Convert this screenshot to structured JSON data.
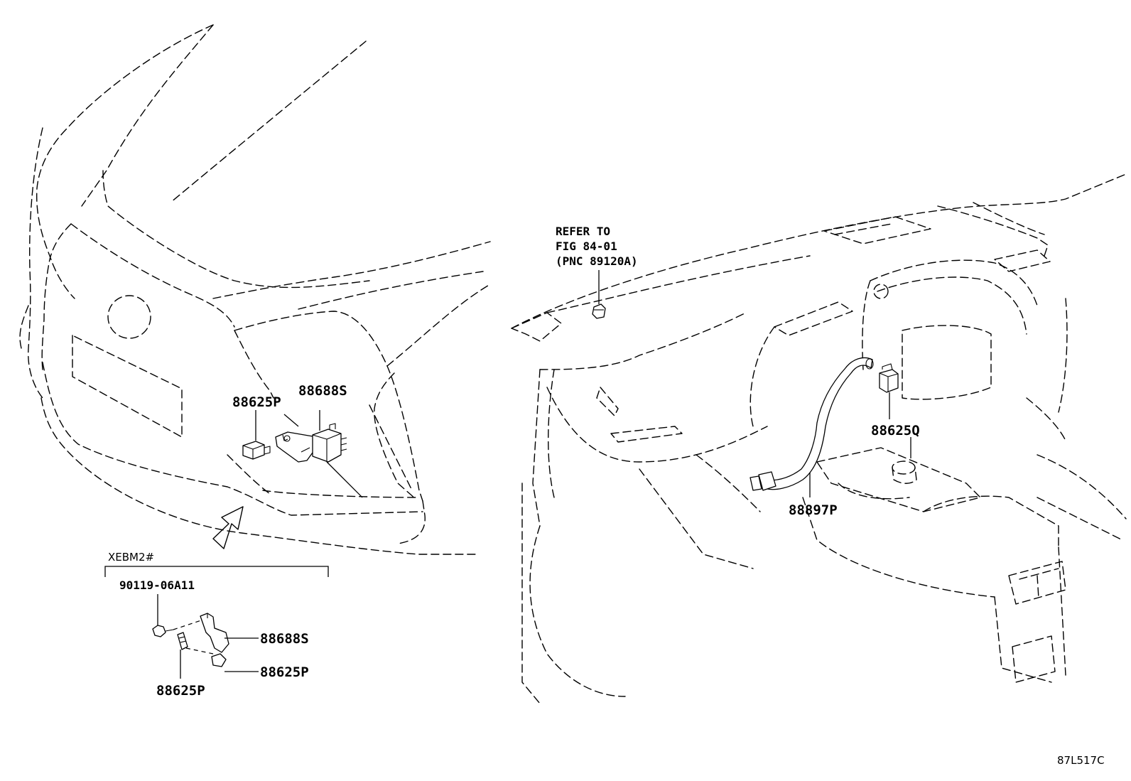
{
  "callouts": {
    "rear_clip_p": "88625P",
    "rear_bracket_s": "88688S",
    "dash_sensor_q": "88625Q",
    "dash_duct_p": "88897P"
  },
  "reference_note": {
    "line1": "REFER TO",
    "line2": "FIG 84-01",
    "line3": "(PNC 89120A)"
  },
  "detail": {
    "model_code": "XEBM2#",
    "bolt": "90119-06A11",
    "bracket": "88688S",
    "clip_right": "88625P",
    "clip_bottom": "88625P"
  },
  "figure_code": "87L517C"
}
